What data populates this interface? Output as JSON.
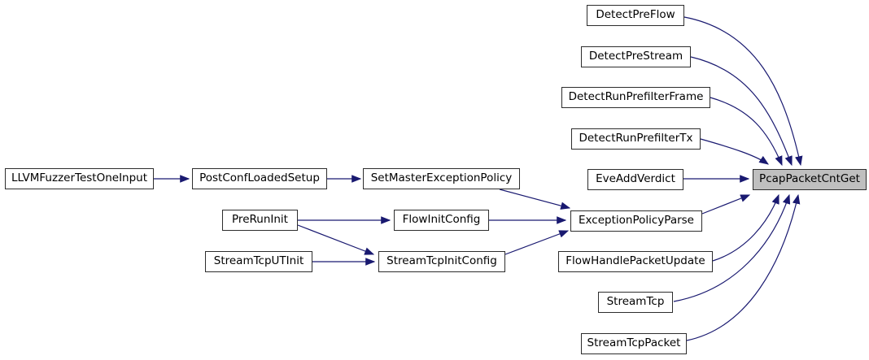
{
  "diagram_type": "doxygen-call-graph",
  "colors": {
    "edge": "#191970",
    "node_fill": "#ffffff",
    "node_border": "#2d2d2d",
    "highlight_fill": "#bfbfbf",
    "text": "#000000",
    "bg": "#ffffff"
  },
  "highlighted_node": "PcapPacketCntGet",
  "nodes": {
    "detect_pre_flow": "DetectPreFlow",
    "detect_pre_stream": "DetectPreStream",
    "detect_run_prefilter_frame": "DetectRunPrefilterFrame",
    "detect_run_prefilter_tx": "DetectRunPrefilterTx",
    "eve_add_verdict": "EveAddVerdict",
    "exception_policy_parse": "ExceptionPolicyParse",
    "flow_handle_packet_update": "FlowHandlePacketUpdate",
    "stream_tcp": "StreamTcp",
    "stream_tcp_packet": "StreamTcpPacket",
    "pcap_packet_cnt_get": "PcapPacketCntGet",
    "llvm_fuzzer_test_one_input": "LLVMFuzzerTestOneInput",
    "post_conf_loaded_setup": "PostConfLoadedSetup",
    "set_master_exception_policy": "SetMasterExceptionPolicy",
    "pre_run_init": "PreRunInit",
    "flow_init_config": "FlowInitConfig",
    "stream_tcp_ut_init": "StreamTcpUTInit",
    "stream_tcp_init_config": "StreamTcpInitConfig"
  },
  "edges": [
    {
      "from": "LLVMFuzzerTestOneInput",
      "to": "PostConfLoadedSetup"
    },
    {
      "from": "PostConfLoadedSetup",
      "to": "SetMasterExceptionPolicy"
    },
    {
      "from": "SetMasterExceptionPolicy",
      "to": "ExceptionPolicyParse"
    },
    {
      "from": "PreRunInit",
      "to": "FlowInitConfig"
    },
    {
      "from": "PreRunInit",
      "to": "StreamTcpInitConfig"
    },
    {
      "from": "StreamTcpUTInit",
      "to": "StreamTcpInitConfig"
    },
    {
      "from": "FlowInitConfig",
      "to": "ExceptionPolicyParse"
    },
    {
      "from": "StreamTcpInitConfig",
      "to": "ExceptionPolicyParse"
    },
    {
      "from": "DetectPreFlow",
      "to": "PcapPacketCntGet"
    },
    {
      "from": "DetectPreStream",
      "to": "PcapPacketCntGet"
    },
    {
      "from": "DetectRunPrefilterFrame",
      "to": "PcapPacketCntGet"
    },
    {
      "from": "DetectRunPrefilterTx",
      "to": "PcapPacketCntGet"
    },
    {
      "from": "EveAddVerdict",
      "to": "PcapPacketCntGet"
    },
    {
      "from": "ExceptionPolicyParse",
      "to": "PcapPacketCntGet"
    },
    {
      "from": "FlowHandlePacketUpdate",
      "to": "PcapPacketCntGet"
    },
    {
      "from": "StreamTcp",
      "to": "PcapPacketCntGet"
    },
    {
      "from": "StreamTcpPacket",
      "to": "PcapPacketCntGet"
    }
  ]
}
